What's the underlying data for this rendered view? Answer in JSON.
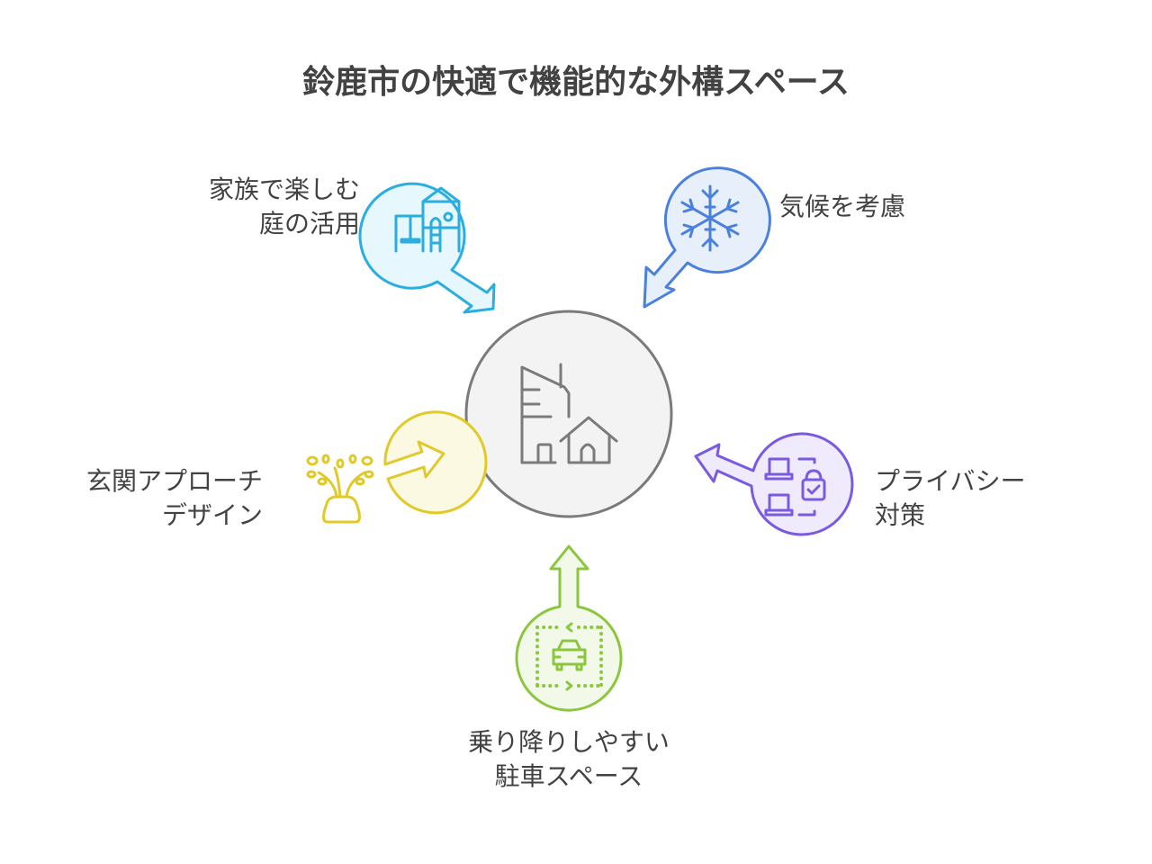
{
  "title": "鈴鹿市の快適で機能的な外構スペース",
  "center": {
    "icon": "building-and-house-icon",
    "fill": "#f3f3f3",
    "stroke": "#7b7b7b"
  },
  "nodes": [
    {
      "id": "family-garden",
      "lines": [
        "家族で楽しむ",
        "庭の活用"
      ],
      "icon": "playground-icon",
      "stroke": "#2aaee0",
      "fill": "#e6f7fd",
      "arrow_direction": "toward-center"
    },
    {
      "id": "climate",
      "lines": [
        "気候を考慮"
      ],
      "icon": "snowflake-icon",
      "stroke": "#4a80de",
      "fill": "#e7effb",
      "arrow_direction": "toward-center"
    },
    {
      "id": "entrance-approach",
      "lines": [
        "玄関アプローチ",
        "デザイン"
      ],
      "icon": "plant-pot-icon",
      "stroke": "#e2c92a",
      "fill": "#fcf9e3",
      "arrow_direction": "toward-center"
    },
    {
      "id": "privacy",
      "lines": [
        "プライバシー",
        "対策"
      ],
      "icon": "laptops-lock-icon",
      "stroke": "#7a5ae0",
      "fill": "#efeafc",
      "arrow_direction": "toward-center"
    },
    {
      "id": "parking",
      "lines": [
        "乗り降りしやすい",
        "駐車スペース"
      ],
      "icon": "car-parking-icon",
      "stroke": "#8cc63f",
      "fill": "#f2f9e8",
      "arrow_direction": "toward-center"
    }
  ]
}
